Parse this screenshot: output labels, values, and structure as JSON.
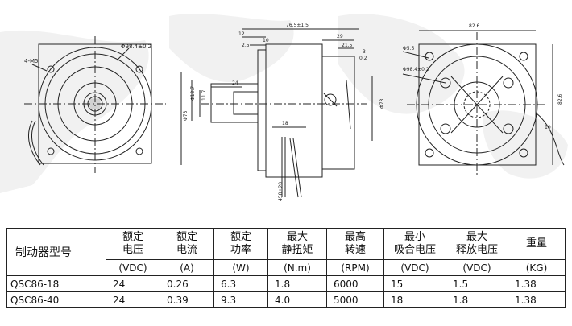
{
  "drawing": {
    "front_left": {
      "label_holes": "4-M5",
      "label_pcd": "Φ98.4±0.2"
    },
    "side": {
      "dim_total_length": "76.5±1.5",
      "dim_12": "12",
      "dim_25": "2.5",
      "dim_10": "10",
      "dim_29": "29",
      "dim_21_5": "21.5",
      "dim_3": "3",
      "dim_0_2": "0.2",
      "dim_24": "24",
      "dim_18": "18",
      "dim_lead": "450±20",
      "dim_shaft_dia": "Φ12.7",
      "dim_flat": "11.7",
      "dim_pilot": "Φ73",
      "dim_body": "Φ73"
    },
    "front_right": {
      "dim_width": "82.6",
      "dim_height": "82.6",
      "dim_hole": "Φ5.5",
      "dim_pcd2": "Φ98.4±0.2",
      "dim_side": "10"
    }
  },
  "table": {
    "model_header": "制动器型号",
    "columns": [
      {
        "name_line1": "额定",
        "name_line2": "电压",
        "unit": "(VDC)"
      },
      {
        "name_line1": "额定",
        "name_line2": "电流",
        "unit": "(A)"
      },
      {
        "name_line1": "额定",
        "name_line2": "功率",
        "unit": "(W)"
      },
      {
        "name_line1": "最大",
        "name_line2": "静扭矩",
        "unit": "(N.m)"
      },
      {
        "name_line1": "最高",
        "name_line2": "转速",
        "unit": "(RPM)"
      },
      {
        "name_line1": "最小",
        "name_line2": "吸合电压",
        "unit": "(VDC)"
      },
      {
        "name_line1": "最大",
        "name_line2": "释放电压",
        "unit": "(VDC)"
      },
      {
        "name_line1": "重量",
        "name_line2": "",
        "unit": "(KG)"
      }
    ],
    "rows": [
      {
        "model": "QSC86-18",
        "values": [
          "24",
          "0.26",
          "6.3",
          "1.8",
          "6000",
          "15",
          "1.5",
          "1.38"
        ]
      },
      {
        "model": "QSC86-40",
        "values": [
          "24",
          "0.39",
          "9.3",
          "4.0",
          "5000",
          "18",
          "1.8",
          "1.38"
        ]
      }
    ]
  }
}
